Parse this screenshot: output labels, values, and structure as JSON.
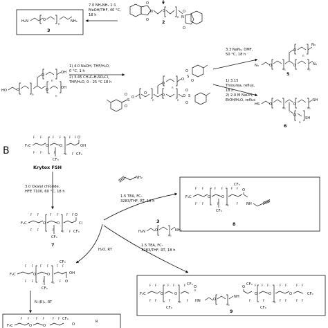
{
  "panel_b_label": "B",
  "compounds": {
    "c2": "2",
    "c3_top": "3",
    "c5": "5",
    "c6": "6",
    "c7": "7",
    "c3_mid": "3",
    "c8": "8",
    "c9": "9"
  },
  "compound_names": {
    "krytox": "Krytox FSH"
  },
  "conditions": {
    "hydrazine": [
      "7.0 NH₂NH₂ 1:1",
      "MeOH/THF, 40 °C,",
      "18 h"
    ],
    "tosylation": [
      "1) 4.0 NaOH, THF/H₂O,",
      "0 °C, 1 h",
      "2) 3.45 CH₃C₆H₄SO₂Cl,",
      "THF/H₂O, 0 - 25 °C 18 h"
    ],
    "azide": [
      "3.3 NaN₃, DMF,",
      "50 °C, 18 h"
    ],
    "thiol": [
      "1) 3.15",
      "Thiourea, reflux,",
      "18 h",
      "2) 2.0 M NaOH,",
      "EtOH/H₂O, reflux"
    ],
    "oxalyl": [
      "3.0 Oxalyl chloride,",
      "HFE 7100, 60 °C, 18 h"
    ],
    "propargyl": [
      "1.5 TEA, FC-",
      "3283/THF, RT, 18 h"
    ],
    "amine3": [
      "1.5 TEA, FC-",
      "3283/THF, RT, 18 h"
    ],
    "hydrolysis": "H₂O, RT",
    "amine_r": "N-(R)₃, RT"
  },
  "atoms": {
    "F": "F",
    "F3C": "F₃C",
    "CF3": "CF₃",
    "O": "O",
    "OH": "OH",
    "HO": "HO",
    "Cl": "Cl",
    "N": "N",
    "N3": "N₃",
    "NH2": "NH₂",
    "H2N": "H₂N",
    "HN": "HN",
    "NH": "NH",
    "HS": "HS",
    "SH": "SH",
    "S": "S",
    "n": "n",
    "R": "R"
  }
}
